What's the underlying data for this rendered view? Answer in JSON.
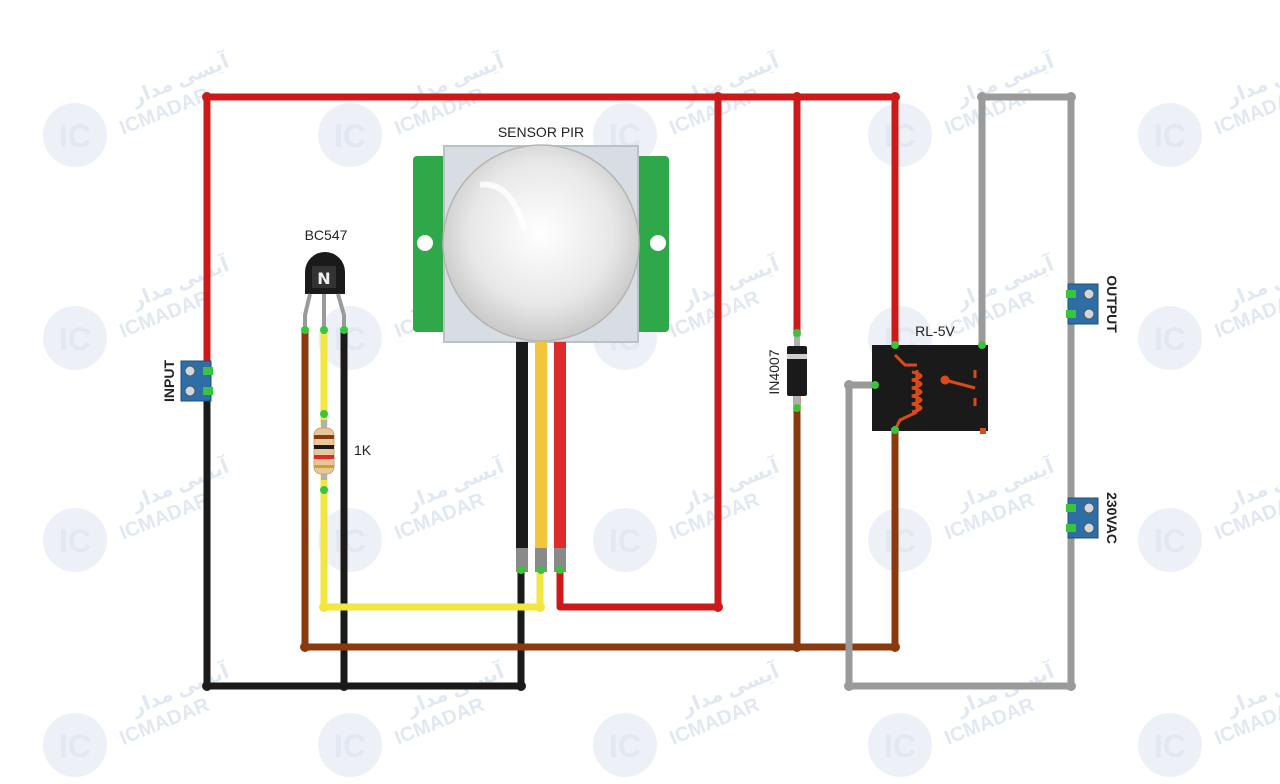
{
  "labels": {
    "sensor": "SENSOR PIR",
    "transistor": "BC547",
    "transistor_mark": "N",
    "resistor": "1K",
    "diode": "IN4007",
    "relay": "RL-5V",
    "input": "INPUT",
    "output": "OUTPUT",
    "mains": "230VAC"
  },
  "watermark": {
    "logo_text": "IC",
    "brand": "ICMADAR",
    "brand_fa": "آیسی مدار"
  },
  "colors": {
    "vcc_wire": "#cc1a1a",
    "gnd_wire": "#1a1a1a",
    "signal_wire": "#f2e640",
    "collector_wire": "#8b3a0f",
    "ac_wire": "#9a9a9a",
    "pcb_green": "#2fa84a",
    "terminal_blue": "#2d6ea6"
  }
}
